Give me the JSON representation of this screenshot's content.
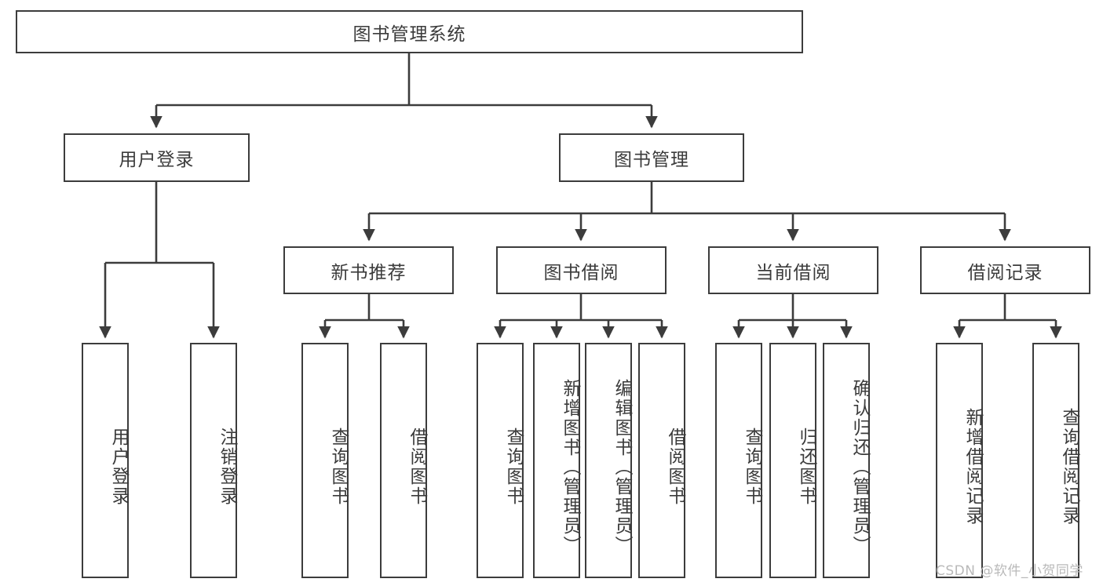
{
  "diagram": {
    "type": "tree-hierarchy",
    "title": "图书管理系统",
    "root": {
      "label": "图书管理系统"
    },
    "level1": [
      {
        "label": "用户登录"
      },
      {
        "label": "图书管理"
      }
    ],
    "level2": [
      {
        "label": "新书推荐",
        "parent": "图书管理"
      },
      {
        "label": "图书借阅",
        "parent": "图书管理"
      },
      {
        "label": "当前借阅",
        "parent": "图书管理"
      },
      {
        "label": "借阅记录",
        "parent": "图书管理"
      }
    ],
    "leaves": {
      "user_login": [
        {
          "label": "用户登录"
        },
        {
          "label": "注销登录"
        }
      ],
      "new_book_recommend": [
        {
          "label": "查询图书"
        },
        {
          "label": "借阅图书"
        }
      ],
      "book_borrow": [
        {
          "label": "查询图书"
        },
        {
          "label": "新增图书（管理员）"
        },
        {
          "label": "编辑图书（管理员）"
        },
        {
          "label": "借阅图书"
        }
      ],
      "current_borrow": [
        {
          "label": "查询图书"
        },
        {
          "label": "归还图书"
        },
        {
          "label": "确认归还（管理员）"
        }
      ],
      "borrow_record": [
        {
          "label": "新增借阅记录"
        },
        {
          "label": "查询借阅记录"
        }
      ]
    },
    "watermark": "CSDN @软件_小贺同学",
    "colors": {
      "stroke": "#3c3c3c",
      "text": "#3b3b3b",
      "background": "#ffffff",
      "watermark": "#b9b9b9"
    }
  }
}
